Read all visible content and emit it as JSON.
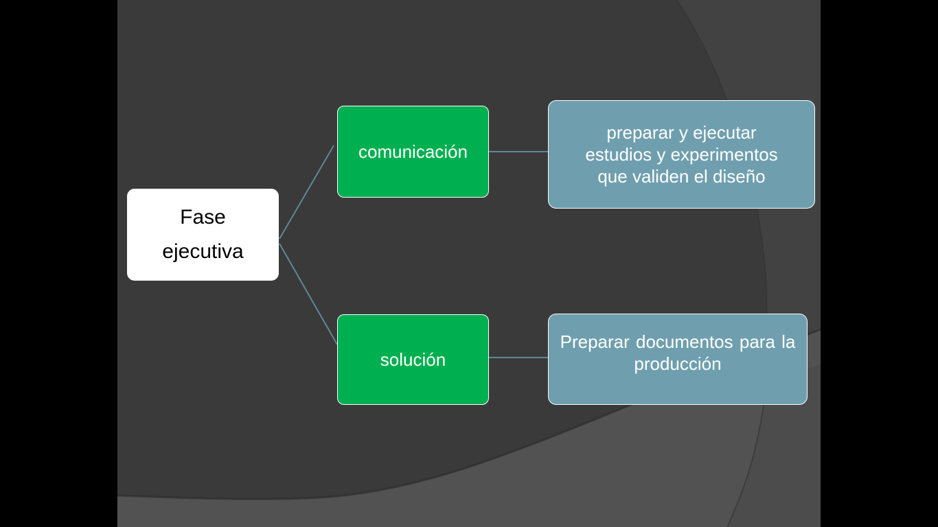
{
  "slide": {
    "background_color": "#3a3a3a",
    "letterbox_color": "#000000"
  },
  "diagram": {
    "type": "horizontal-hierarchy",
    "connector_color": "#5e8897",
    "root": {
      "label_line1": "Fase",
      "label_line2": "ejecutiva",
      "fill": "#ffffff",
      "text_color": "#000000"
    },
    "branches": [
      {
        "label": "comunicación",
        "fill": "#00b050",
        "child": {
          "label_line1": "preparar y ejecutar",
          "label_line2": "estudios y experimentos",
          "label_line3": "que validen el diseño",
          "fill": "#6f9fae"
        }
      },
      {
        "label": "solución",
        "fill": "#00b050",
        "child": {
          "label_line1": "Preparar documentos para la",
          "label_line2": "producción",
          "fill": "#6f9fae"
        }
      }
    ]
  }
}
